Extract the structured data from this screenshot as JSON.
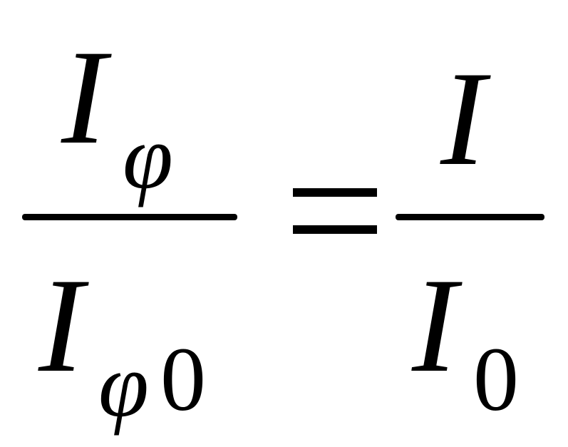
{
  "formula": {
    "left_fraction": {
      "numerator": {
        "symbol": "I",
        "subscript": "φ"
      },
      "denominator": {
        "symbol": "I",
        "subscript_symbol": "φ",
        "subscript_digit": "0"
      }
    },
    "equals": "=",
    "right_fraction": {
      "numerator": {
        "symbol": "I"
      },
      "denominator": {
        "symbol": "I",
        "subscript": "0"
      }
    }
  },
  "colors": {
    "ink": "#000000",
    "background": "#ffffff"
  }
}
